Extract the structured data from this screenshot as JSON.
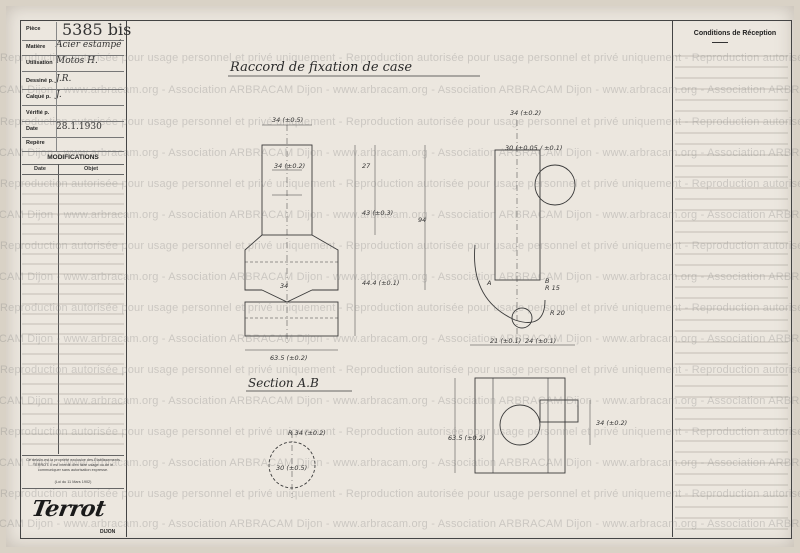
{
  "title_block": {
    "rows": [
      {
        "label": "Pièce",
        "value": "5385 bis"
      },
      {
        "label": "Matière",
        "value": "Acier estampé"
      },
      {
        "label": "Utilisation",
        "value": "Motos H."
      },
      {
        "label": "Dessiné p.",
        "value": "J.R."
      },
      {
        "label": "Calqué p.",
        "value": "J."
      },
      {
        "label": "Vérifié p.",
        "value": ""
      },
      {
        "label": "Date",
        "value": "28.1.1930"
      },
      {
        "label": "Repère",
        "value": ""
      }
    ],
    "modifications_title": "MODIFICATIONS",
    "col_date": "Date",
    "col_objet": "Objet",
    "footnote": "Ce dessin est la propriété exclusive des Établissements TERROT. Il est interdit d'en faire usage ou de le communiquer sans autorisation expresse.",
    "footnote_law": "(Loi du 11 Mars 1902)",
    "logo": "Terrot",
    "city": "DIJON"
  },
  "conditions_title": "Conditions de Réception",
  "drawing": {
    "title": "Raccord de fixation de case",
    "section_title": "Section A.B",
    "dims": {
      "d1": "34 (±0.5)",
      "d2": "34 (±0.2)",
      "d3": "27",
      "d4": "43 (±0.3)",
      "d5": "34",
      "d6": "44.4 (±0.1)",
      "d7": "63.5 (±0.2)",
      "d8": "R 34 (±0.2)",
      "d9": "30 (±0.5)",
      "d10": "94",
      "d11": "34 (±0.2)",
      "d12": "30 (±0.05 / ±0.1)",
      "d13": "R 15",
      "d14": "R 20",
      "d15": "21 (±0.1)",
      "d16": "24 (±0.1)",
      "d17": "63.5 (±0.2)",
      "d18": "34 (±0.2)",
      "d19": "A",
      "d20": "B"
    }
  },
  "watermark": "Reproduction autorisée pour usage personnel et privé uniquement - Reproduction autorisée pour usage personnel et privé uniquement - Reproduction autorisée pour usage personnel et privé",
  "watermark2": "ARBRACAM Dijon - www.arbracam.org - Association ARBRACAM Dijon - www.arbracam.org - Association ARBRACAM Dijon - www.arbracam.org - Association ARBRACAM Dijon"
}
